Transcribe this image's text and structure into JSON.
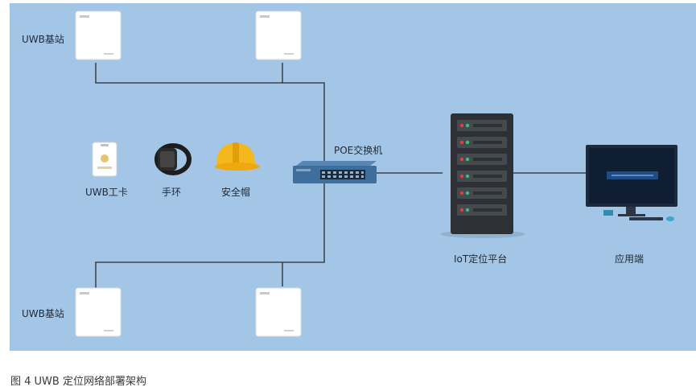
{
  "labels": {
    "uwb_station_top": "UWB基站",
    "uwb_station_bottom": "UWB基站",
    "poe_switch": "POE交换机",
    "uwb_card": "UWB工卡",
    "wristband": "手环",
    "helmet": "安全帽",
    "iot_platform": "IoT定位平台",
    "application": "应用端"
  },
  "caption": "图 4 UWB 定位网络部署架构",
  "colors": {
    "background": "#a3c6e7",
    "line": "#2b2b2b",
    "server": "#2d3136",
    "switch": "#3e6f9c",
    "helmet": "#f5b81c",
    "monitor_screen": "#0f1e33"
  },
  "icons": [
    "uwb-station-icon",
    "uwb-card-icon",
    "wristband-icon",
    "helmet-icon",
    "poe-switch-icon",
    "server-rack-icon",
    "monitor-icon"
  ]
}
